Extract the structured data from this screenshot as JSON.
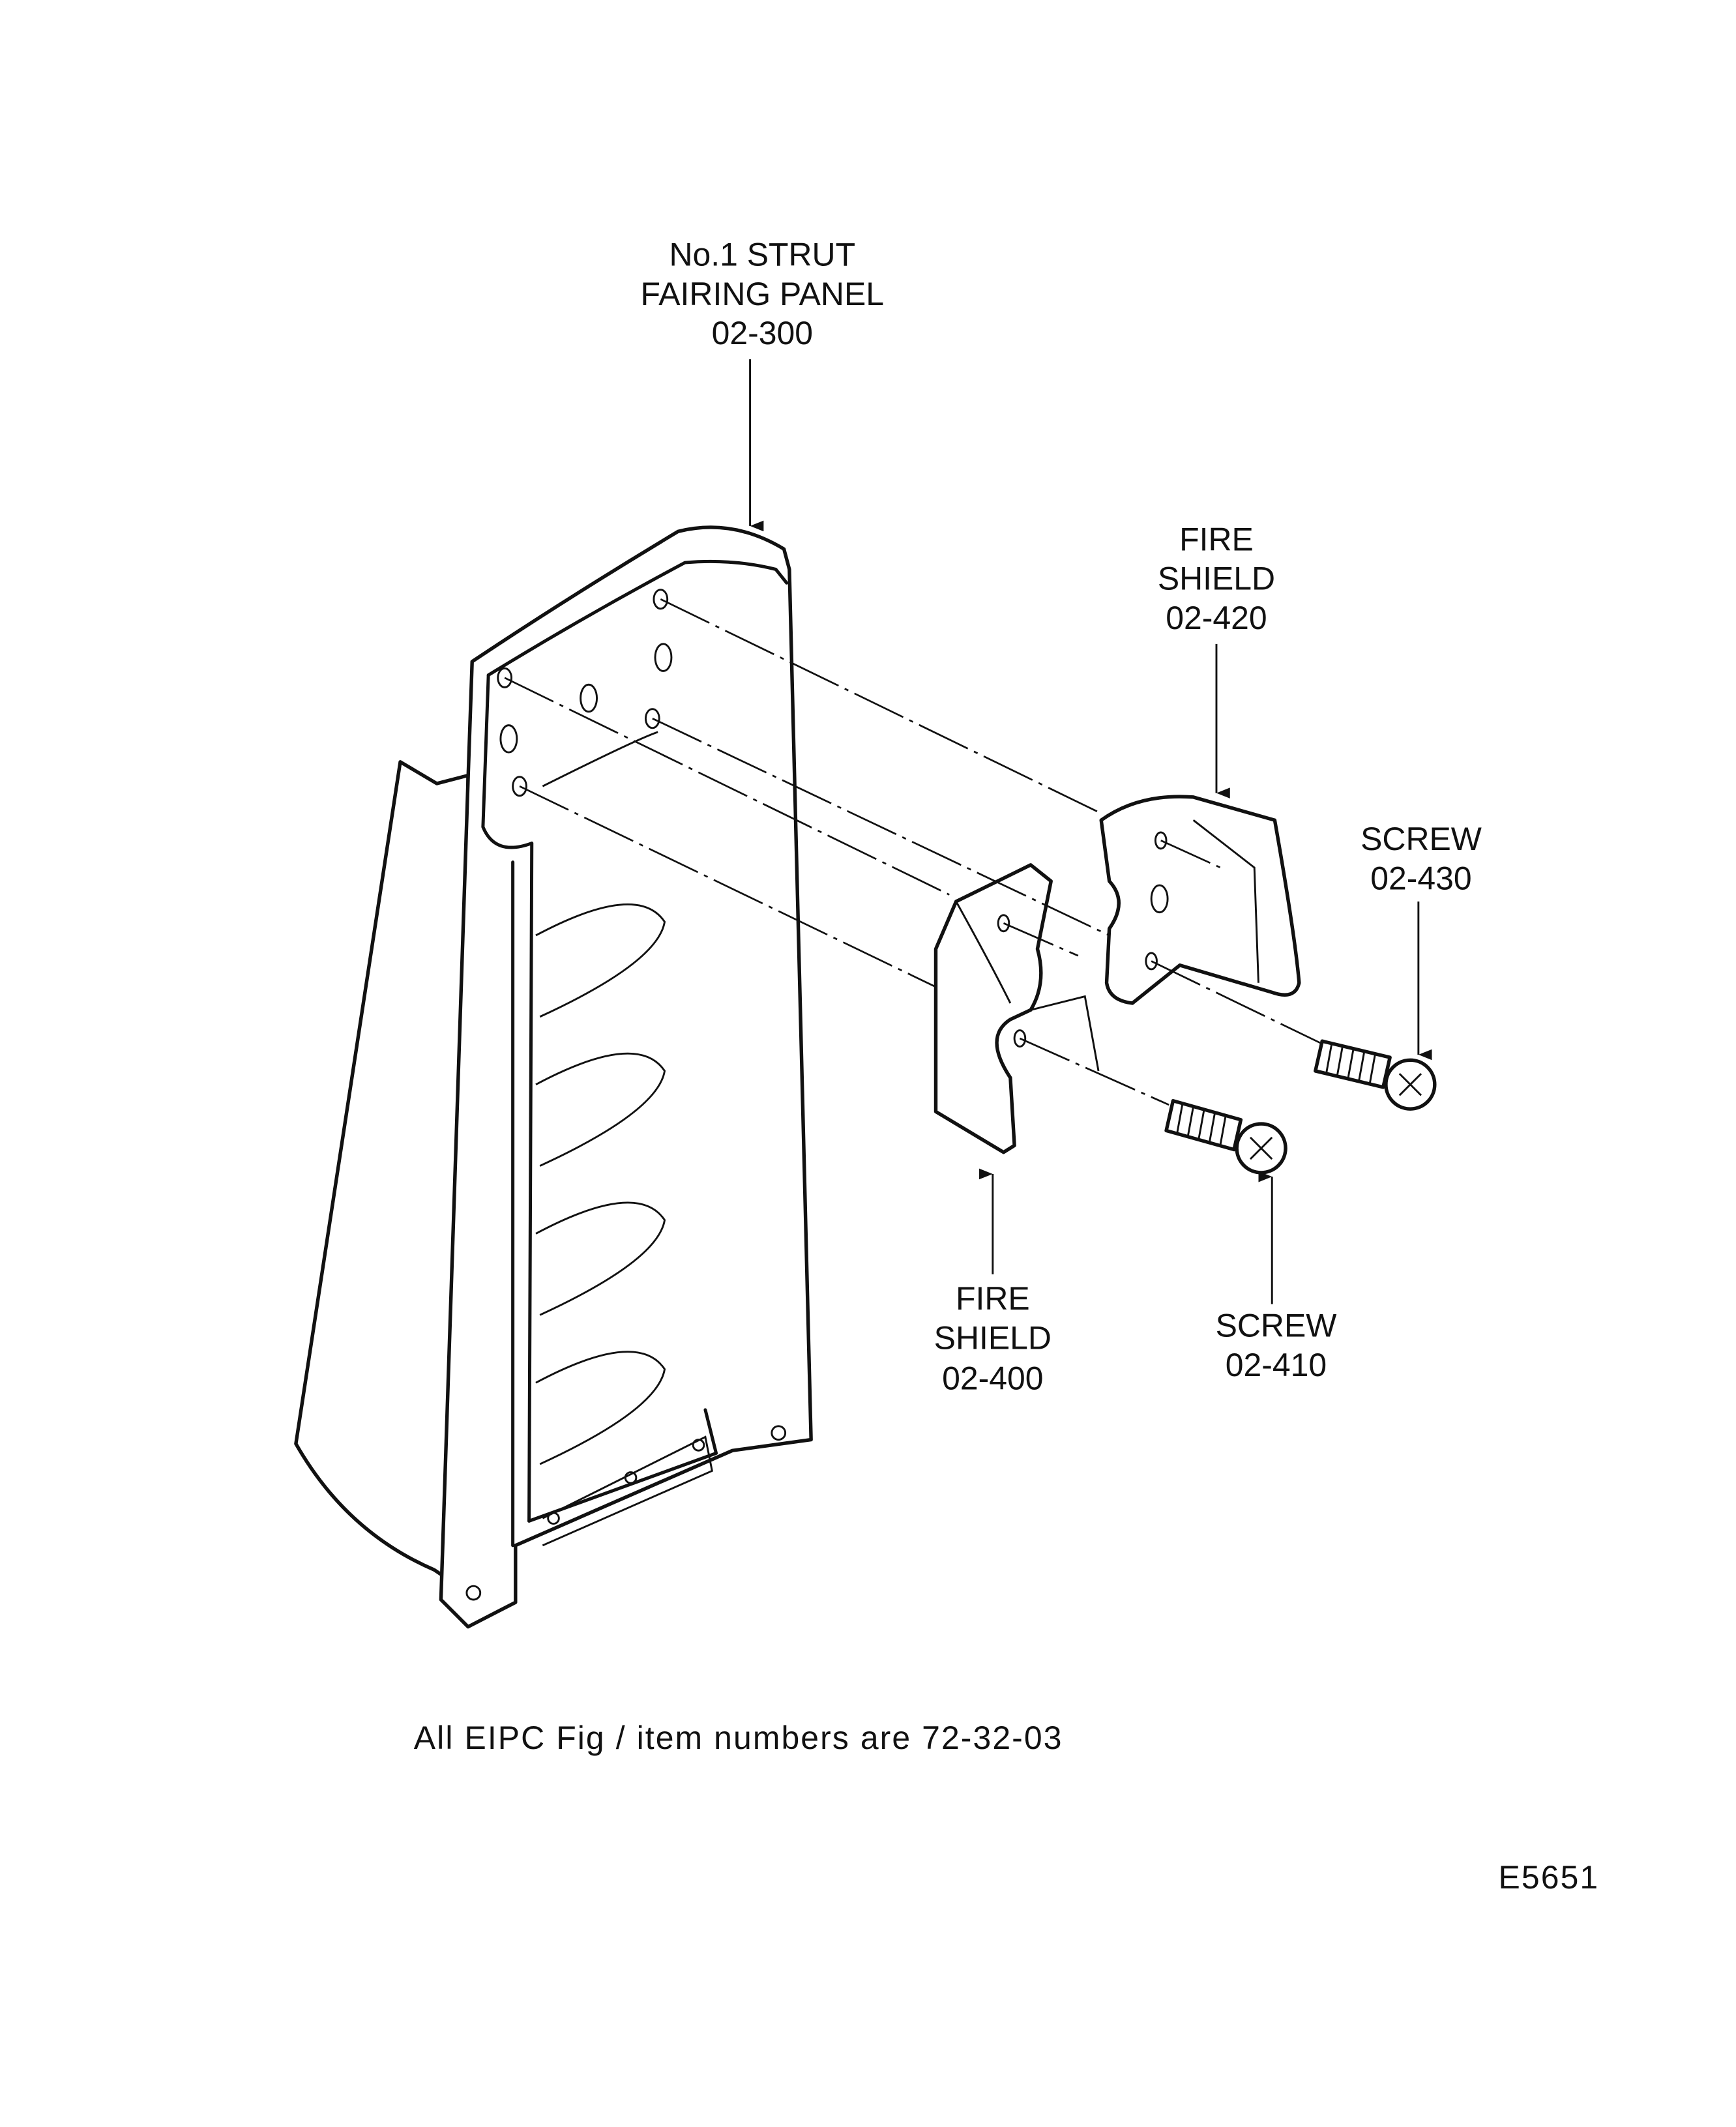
{
  "labels": {
    "strut_panel": {
      "line1": "No.1 STRUT",
      "line2": "FAIRING PANEL",
      "item": "02-300"
    },
    "fire_shield_420": {
      "line1": "FIRE",
      "line2": "SHIELD",
      "item": "02-420"
    },
    "screw_430": {
      "line1": "SCREW",
      "item": "02-430"
    },
    "fire_shield_400": {
      "line1": "FIRE",
      "line2": "SHIELD",
      "item": "02-400"
    },
    "screw_410": {
      "line1": "SCREW",
      "item": "02-410"
    }
  },
  "footnote": "All EIPC Fig / item numbers are 72-32-03",
  "figure_id": "E5651"
}
